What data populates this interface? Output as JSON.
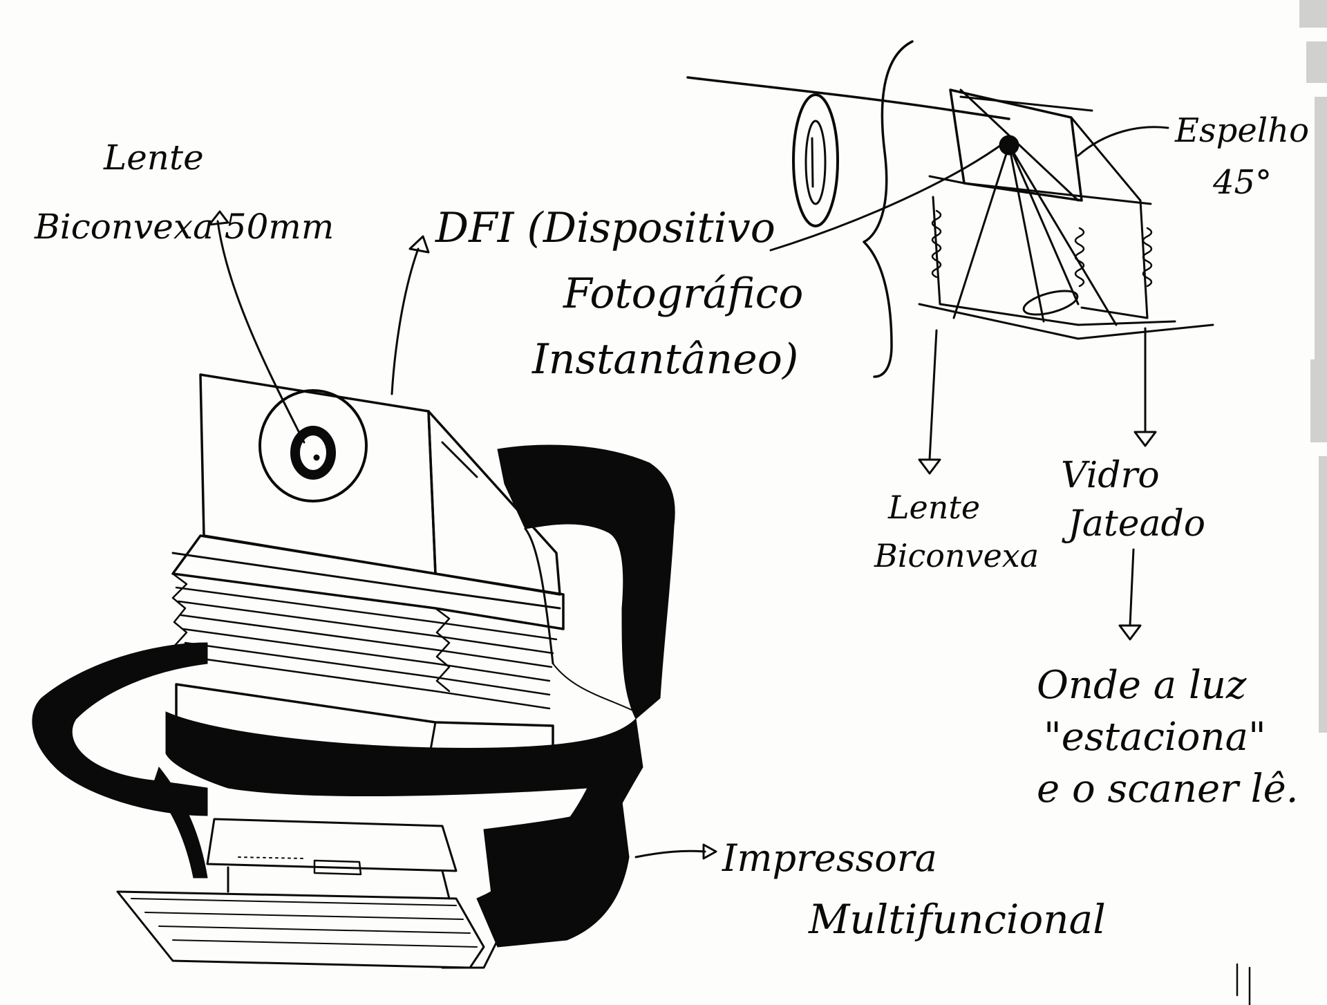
{
  "labels": {
    "lens_main_line1": "Lente",
    "lens_main_line2": "Biconvexa 50mm",
    "dfi_line1": "DFI (Dispositivo",
    "dfi_line2": "Fotográfico",
    "dfi_line3": "Instantâneo)",
    "mirror_line1": "Espelho",
    "mirror_line2": "45°",
    "lens_detail_line1": "Lente",
    "lens_detail_line2": "Biconvexa",
    "glass_line1": "Vidro",
    "glass_line2": "Jateado",
    "light_line1": "Onde a luz",
    "light_line2": "\"estaciona\"",
    "light_line3": "e o scaner lê.",
    "printer_line1": "Impressora",
    "printer_line2": "Multifuncional"
  },
  "colors": {
    "ink": "#0a0a0a",
    "paper": "#fdfdfb",
    "scan_noise": "#9a9a9a"
  }
}
